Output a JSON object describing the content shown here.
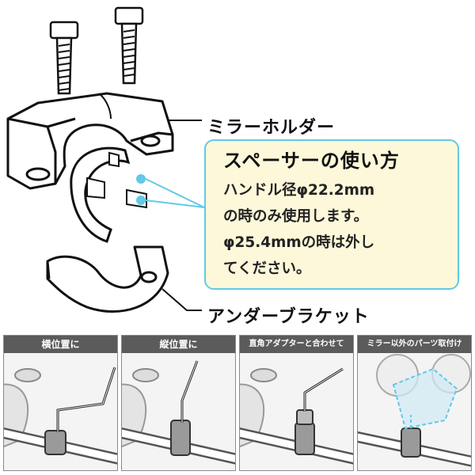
{
  "labels": {
    "mirror_holder": "ミラーホルダー",
    "under_bracket": "アンダーブラケット"
  },
  "spacer_note": {
    "title": "スペーサーの使い方",
    "lines": [
      "ハンドル径φ22.2mm",
      "の時のみ使用します。",
      "φ25.4mmの時は外し",
      "てください。"
    ]
  },
  "panels": [
    {
      "title": "横位置に"
    },
    {
      "title": "縦位置に"
    },
    {
      "title": "直角アダプターと合わせて"
    },
    {
      "title": "ミラー以外のパーツ取付け"
    }
  ],
  "colors": {
    "accent": "#62c9e6",
    "note_background": "#fdf8da",
    "panel_header": "#5b5b5b",
    "part_fill": "#ffffff",
    "clamp_fill": "#9a9a9a",
    "highlight_fill": "#cfeaf5"
  }
}
